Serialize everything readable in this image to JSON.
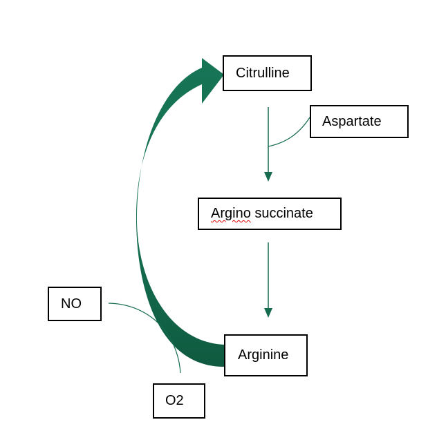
{
  "nodes": {
    "citrulline": "Citrulline",
    "aspartate": "Aspartate",
    "argino_first": "Argino",
    "argino_rest": " succinate",
    "arginine": "Arginine",
    "no": "NO",
    "o2": "O2"
  },
  "colors": {
    "arrow": "#156b4e",
    "arrow_dark": "#0f5c41",
    "box_border": "#000000",
    "spellcheck": "#e00000"
  }
}
